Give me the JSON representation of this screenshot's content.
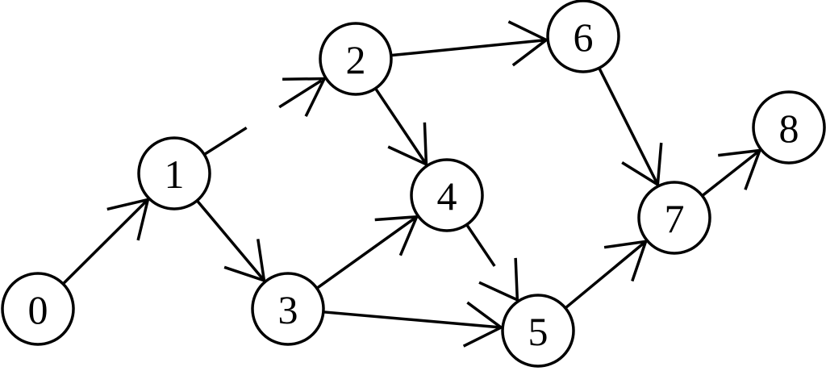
{
  "graph": {
    "nodes": [
      {
        "id": "n0",
        "label": "0"
      },
      {
        "id": "n1",
        "label": "1"
      },
      {
        "id": "n2",
        "label": "2"
      },
      {
        "id": "n3",
        "label": "3"
      },
      {
        "id": "n4",
        "label": "4"
      },
      {
        "id": "n5",
        "label": "5"
      },
      {
        "id": "n6",
        "label": "6"
      },
      {
        "id": "n7",
        "label": "7"
      },
      {
        "id": "n8",
        "label": "8"
      }
    ],
    "edges": [
      {
        "from": "n0",
        "to": "n1",
        "style": "solid"
      },
      {
        "from": "n1",
        "to": "n2",
        "style": "dashed"
      },
      {
        "from": "n1",
        "to": "n3",
        "style": "solid"
      },
      {
        "from": "n2",
        "to": "n6",
        "style": "solid"
      },
      {
        "from": "n2",
        "to": "n4",
        "style": "solid"
      },
      {
        "from": "n3",
        "to": "n4",
        "style": "solid"
      },
      {
        "from": "n3",
        "to": "n5",
        "style": "solid"
      },
      {
        "from": "n4",
        "to": "n5",
        "style": "dashed"
      },
      {
        "from": "n5",
        "to": "n7",
        "style": "solid"
      },
      {
        "from": "n6",
        "to": "n7",
        "style": "solid"
      },
      {
        "from": "n7",
        "to": "n8",
        "style": "solid"
      }
    ],
    "colors": {
      "stroke": "#000000",
      "fill": "#ffffff",
      "text": "#000000"
    }
  }
}
